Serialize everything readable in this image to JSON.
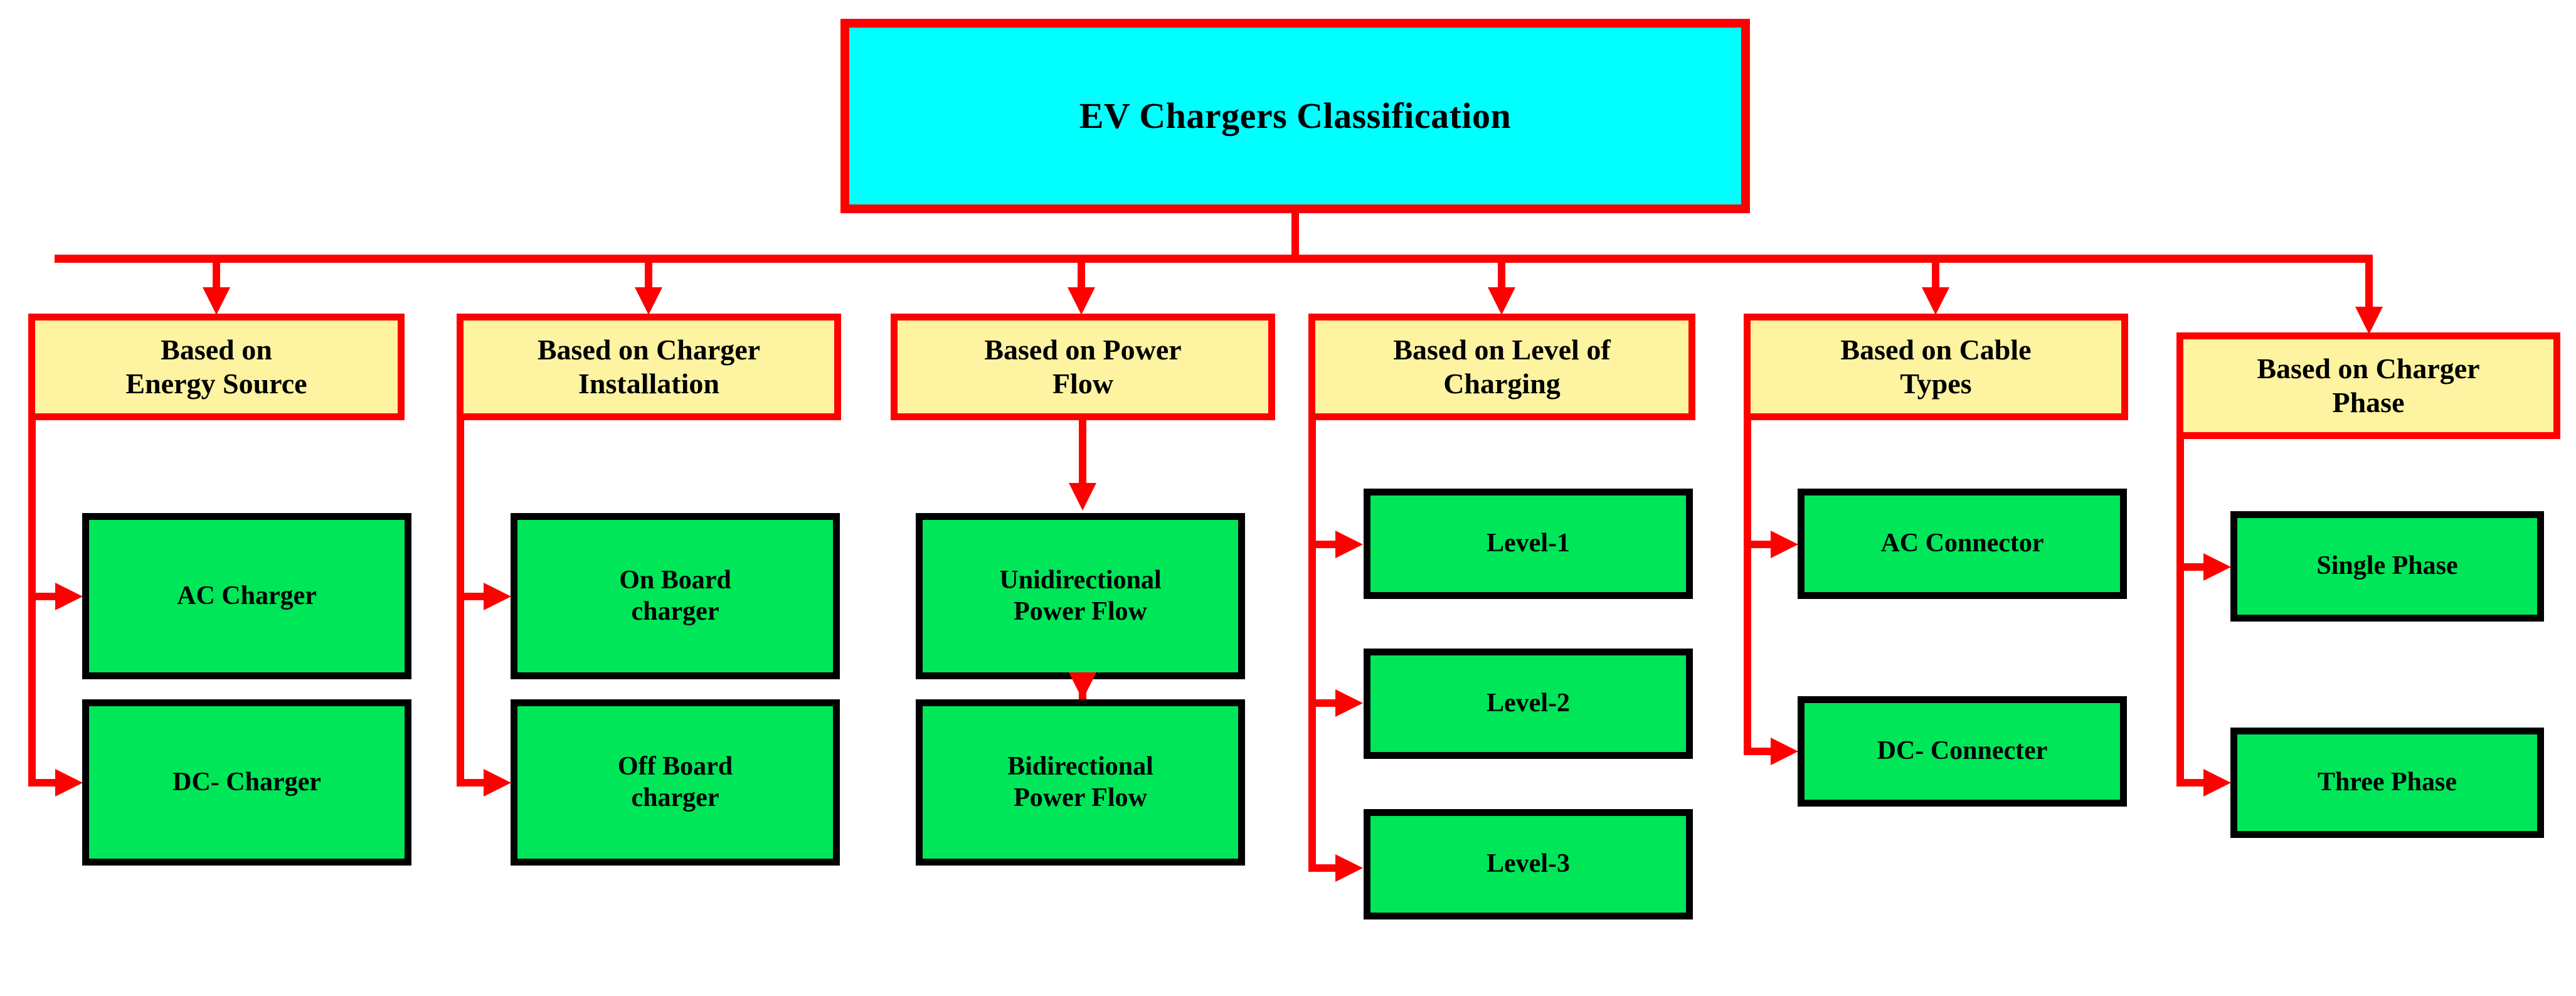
{
  "diagram": {
    "title": "EV Chargers Classification",
    "root": {
      "label": "EV Chargers Classification",
      "fill": "#00ffff",
      "border": "#ff0000"
    },
    "palette": {
      "root_fill": "#00ffff",
      "category_fill": "#fdf3a0",
      "leaf_fill": "#00e659",
      "connector": "#ff0000",
      "leaf_border": "#000000",
      "background": "#ffffff",
      "text": "#000000"
    },
    "branches": [
      {
        "id": "energy-source",
        "header": "Based on\nEnergy Source",
        "header_line1": "Based on",
        "header_line2": "Energy Source",
        "flow": "side",
        "items": [
          {
            "label": "AC Charger"
          },
          {
            "label": "DC- Charger"
          }
        ]
      },
      {
        "id": "charger-installation",
        "header": "Based on Charger\nInstallation",
        "header_line1": "Based on Charger",
        "header_line2": "Installation",
        "flow": "side",
        "items": [
          {
            "label": "On Board\ncharger",
            "line1": "On Board",
            "line2": "charger"
          },
          {
            "label": "Off Board\ncharger",
            "line1": "Off Board",
            "line2": "charger"
          }
        ]
      },
      {
        "id": "power-flow",
        "header": "Based on Power\nFlow",
        "header_line1": "Based on Power",
        "header_line2": "Flow",
        "flow": "vertical",
        "items": [
          {
            "label": "Unidirectional\nPower Flow",
            "line1": "Unidirectional",
            "line2": "Power Flow"
          },
          {
            "label": "Bidirectional\nPower Flow",
            "line1": "Bidirectional",
            "line2": "Power Flow"
          }
        ]
      },
      {
        "id": "level-of-charging",
        "header": "Based on Level of\nCharging",
        "header_line1": "Based on Level of",
        "header_line2": "Charging",
        "flow": "side",
        "items": [
          {
            "label": "Level-1"
          },
          {
            "label": "Level-2"
          },
          {
            "label": "Level-3"
          }
        ]
      },
      {
        "id": "cable-types",
        "header": "Based on Cable\nTypes",
        "header_line1": "Based on Cable",
        "header_line2": "Types",
        "flow": "side",
        "items": [
          {
            "label": "AC Connector"
          },
          {
            "label": "DC- Connecter"
          }
        ]
      },
      {
        "id": "charger-phase",
        "header": "Based on Charger\nPhase",
        "header_line1": "Based on Charger",
        "header_line2": "Phase",
        "flow": "side",
        "items": [
          {
            "label": "Single Phase"
          },
          {
            "label": "Three Phase"
          }
        ]
      }
    ]
  }
}
